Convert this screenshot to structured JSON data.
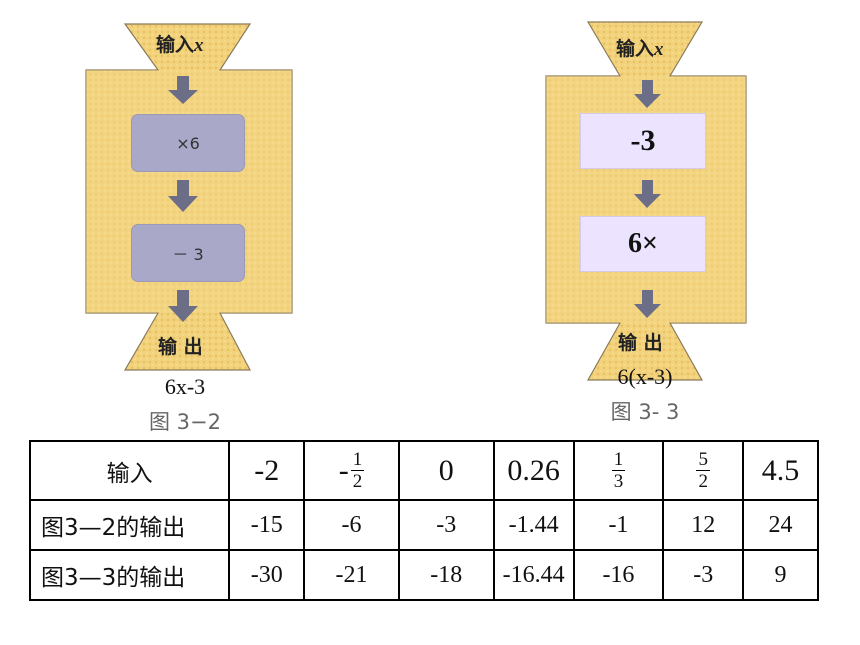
{
  "figure_left": {
    "input_label": "输入",
    "input_var": "x",
    "op1": "×6",
    "op2": "－ 3",
    "output_label": "输 出",
    "result": "6x-3",
    "fig_no": "图 3−2"
  },
  "figure_right": {
    "input_label": "输入",
    "input_var": "x",
    "op1": "-3",
    "op2": "6×",
    "output_label": "输 出",
    "result": "6(x-3)",
    "fig_no": "图 3- 3"
  },
  "table": {
    "row_headers": [
      "输入",
      "图3—2的输出",
      "图3—3的输出"
    ],
    "inputs": [
      {
        "text": "-2"
      },
      {
        "sign": "-",
        "num": "1",
        "den": "2"
      },
      {
        "text": "0"
      },
      {
        "text": "0.26"
      },
      {
        "num": "1",
        "den": "3"
      },
      {
        "num": "5",
        "den": "2"
      },
      {
        "text": "4.5"
      }
    ],
    "output_fig2": [
      "-15",
      "-6",
      "-3",
      "-1.44",
      "-1",
      "12",
      "24"
    ],
    "output_fig3": [
      "-30",
      "-21",
      "-18",
      "-16.44",
      "-16",
      "-3",
      "9"
    ]
  },
  "colors": {
    "machine_body": "#f2d27a",
    "machine_pattern": "#e4b85a",
    "arrow": "#6b6e86",
    "box_left": "#a9a8c8",
    "box_right": "#ece4ff"
  }
}
